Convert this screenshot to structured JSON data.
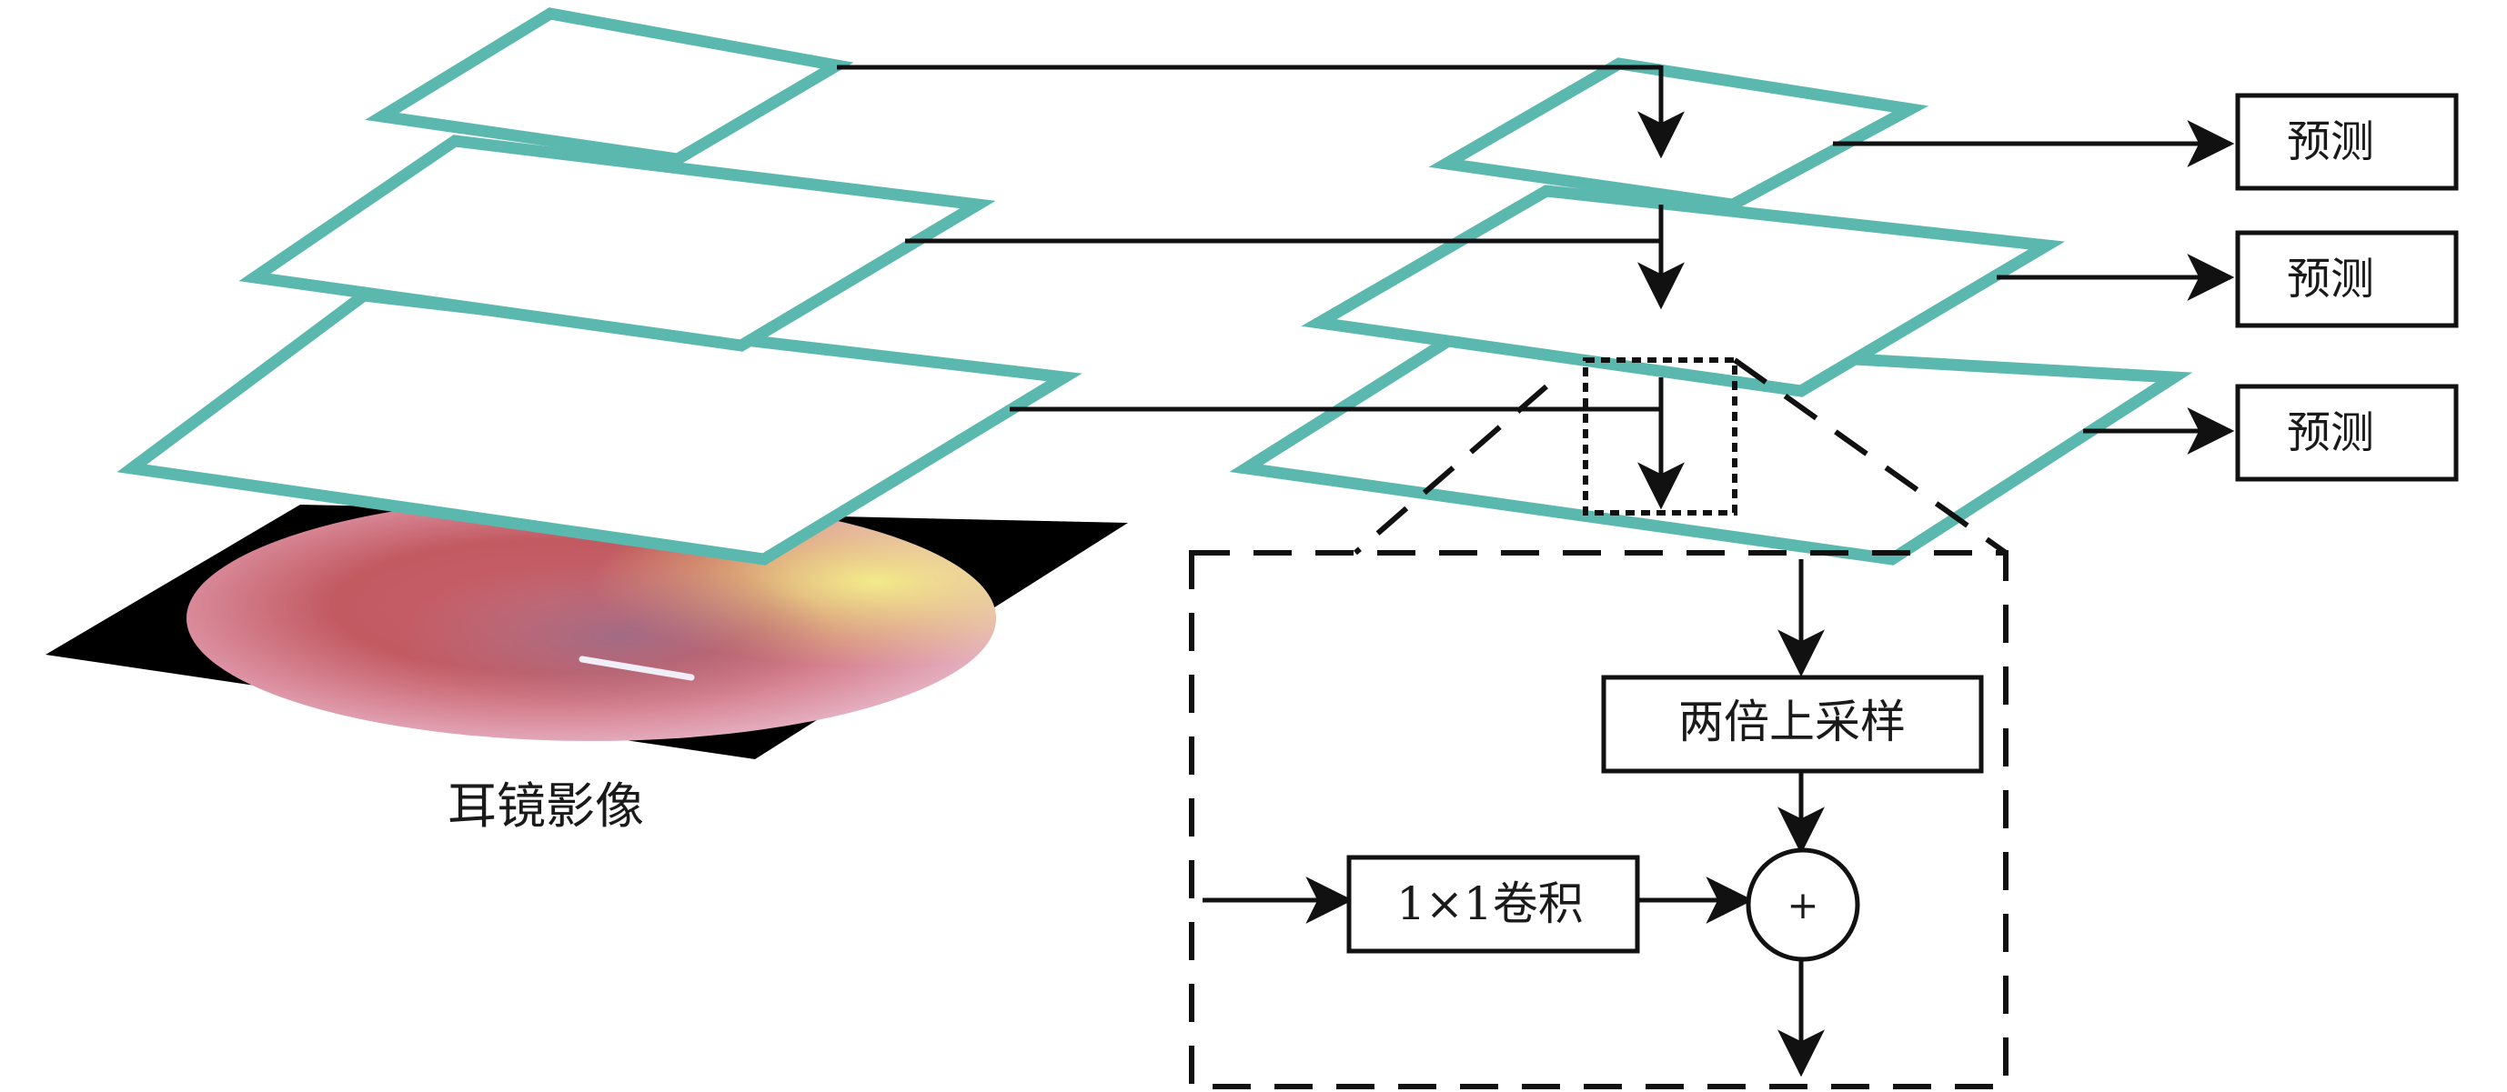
{
  "image_caption": "耳镜影像",
  "predict_labels": [
    "预测",
    "预测",
    "预测"
  ],
  "upsample_label": "两倍上采样",
  "conv_label": "1×1卷积",
  "add_symbol": "+",
  "colors": {
    "pyramid_border": "#5bb8ae",
    "line": "#111111",
    "box_border": "#111111",
    "image_background": "#000000"
  }
}
